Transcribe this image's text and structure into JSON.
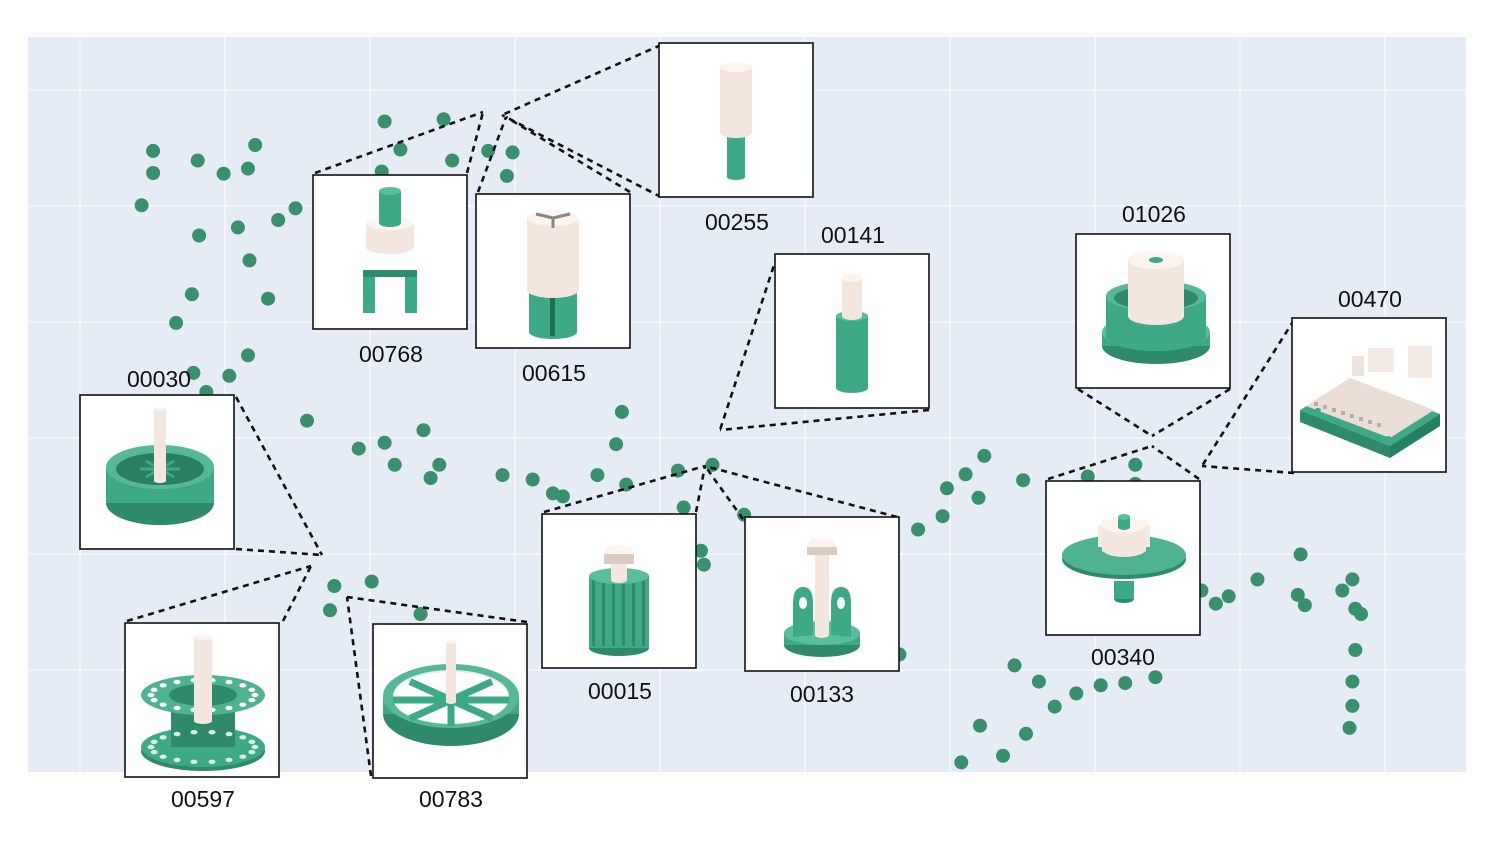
{
  "colors": {
    "plot_background": "#e5ecf6",
    "grid": "#ffffff",
    "points": "#3a8f6c",
    "part_green": "#3ea986",
    "part_cream": "#f2e6de",
    "leader": "#111111"
  },
  "points": [
    [
      0.079,
      0.229
    ],
    [
      0.087,
      0.155
    ],
    [
      0.087,
      0.185
    ],
    [
      0.118,
      0.168
    ],
    [
      0.136,
      0.186
    ],
    [
      0.153,
      0.179
    ],
    [
      0.158,
      0.147
    ],
    [
      0.119,
      0.27
    ],
    [
      0.146,
      0.259
    ],
    [
      0.174,
      0.249
    ],
    [
      0.186,
      0.233
    ],
    [
      0.154,
      0.304
    ],
    [
      0.114,
      0.35
    ],
    [
      0.103,
      0.389
    ],
    [
      0.167,
      0.356
    ],
    [
      0.153,
      0.433
    ],
    [
      0.14,
      0.461
    ],
    [
      0.115,
      0.457
    ],
    [
      0.124,
      0.483
    ],
    [
      0.194,
      0.522
    ],
    [
      0.248,
      0.115
    ],
    [
      0.289,
      0.112
    ],
    [
      0.259,
      0.153
    ],
    [
      0.246,
      0.183
    ],
    [
      0.295,
      0.168
    ],
    [
      0.32,
      0.155
    ],
    [
      0.337,
      0.157
    ],
    [
      0.333,
      0.189
    ],
    [
      0.23,
      0.56
    ],
    [
      0.248,
      0.552
    ],
    [
      0.255,
      0.582
    ],
    [
      0.275,
      0.535
    ],
    [
      0.286,
      0.582
    ],
    [
      0.28,
      0.6
    ],
    [
      0.33,
      0.596
    ],
    [
      0.351,
      0.602
    ],
    [
      0.365,
      0.621
    ],
    [
      0.372,
      0.625
    ],
    [
      0.396,
      0.596
    ],
    [
      0.413,
      0.51
    ],
    [
      0.409,
      0.554
    ],
    [
      0.416,
      0.609
    ],
    [
      0.452,
      0.59
    ],
    [
      0.476,
      0.582
    ],
    [
      0.456,
      0.64
    ],
    [
      0.468,
      0.699
    ],
    [
      0.498,
      0.65
    ],
    [
      0.511,
      0.667
    ],
    [
      0.47,
      0.718
    ],
    [
      0.601,
      0.696
    ],
    [
      0.606,
      0.84
    ],
    [
      0.619,
      0.67
    ],
    [
      0.636,
      0.652
    ],
    [
      0.639,
      0.614
    ],
    [
      0.661,
      0.627
    ],
    [
      0.652,
      0.595
    ],
    [
      0.665,
      0.57
    ],
    [
      0.692,
      0.603
    ],
    [
      0.737,
      0.598
    ],
    [
      0.77,
      0.582
    ],
    [
      0.77,
      0.608
    ],
    [
      0.805,
      0.672
    ],
    [
      0.826,
      0.771
    ],
    [
      0.888,
      0.773
    ],
    [
      0.914,
      0.753
    ],
    [
      0.927,
      0.785
    ],
    [
      0.213,
      0.747
    ],
    [
      0.239,
      0.741
    ],
    [
      0.273,
      0.785
    ],
    [
      0.21,
      0.78
    ],
    [
      0.686,
      0.855
    ],
    [
      0.703,
      0.877
    ],
    [
      0.662,
      0.937
    ],
    [
      0.649,
      0.987
    ],
    [
      0.678,
      0.978
    ],
    [
      0.694,
      0.948
    ],
    [
      0.714,
      0.911
    ],
    [
      0.729,
      0.893
    ],
    [
      0.746,
      0.882
    ],
    [
      0.763,
      0.879
    ],
    [
      0.784,
      0.871
    ],
    [
      0.816,
      0.753
    ],
    [
      0.835,
      0.761
    ],
    [
      0.855,
      0.738
    ],
    [
      0.883,
      0.759
    ],
    [
      0.885,
      0.704
    ],
    [
      0.921,
      0.738
    ],
    [
      0.923,
      0.778
    ],
    [
      0.923,
      0.834
    ],
    [
      0.921,
      0.877
    ],
    [
      0.921,
      0.91
    ],
    [
      0.919,
      0.94
    ]
  ],
  "thumbnails": [
    {
      "label": "00768",
      "shape": "clevis"
    },
    {
      "label": "00615",
      "shape": "split-pin"
    },
    {
      "label": "00255",
      "shape": "peg"
    },
    {
      "label": "00141",
      "shape": "shaft"
    },
    {
      "label": "01026",
      "shape": "cup"
    },
    {
      "label": "00470",
      "shape": "board"
    },
    {
      "label": "00030",
      "shape": "drum"
    },
    {
      "label": "00015",
      "shape": "knob"
    },
    {
      "label": "00133",
      "shape": "bracket"
    },
    {
      "label": "00340",
      "shape": "gear"
    },
    {
      "label": "00597",
      "shape": "spool"
    },
    {
      "label": "00783",
      "shape": "wheel"
    }
  ]
}
